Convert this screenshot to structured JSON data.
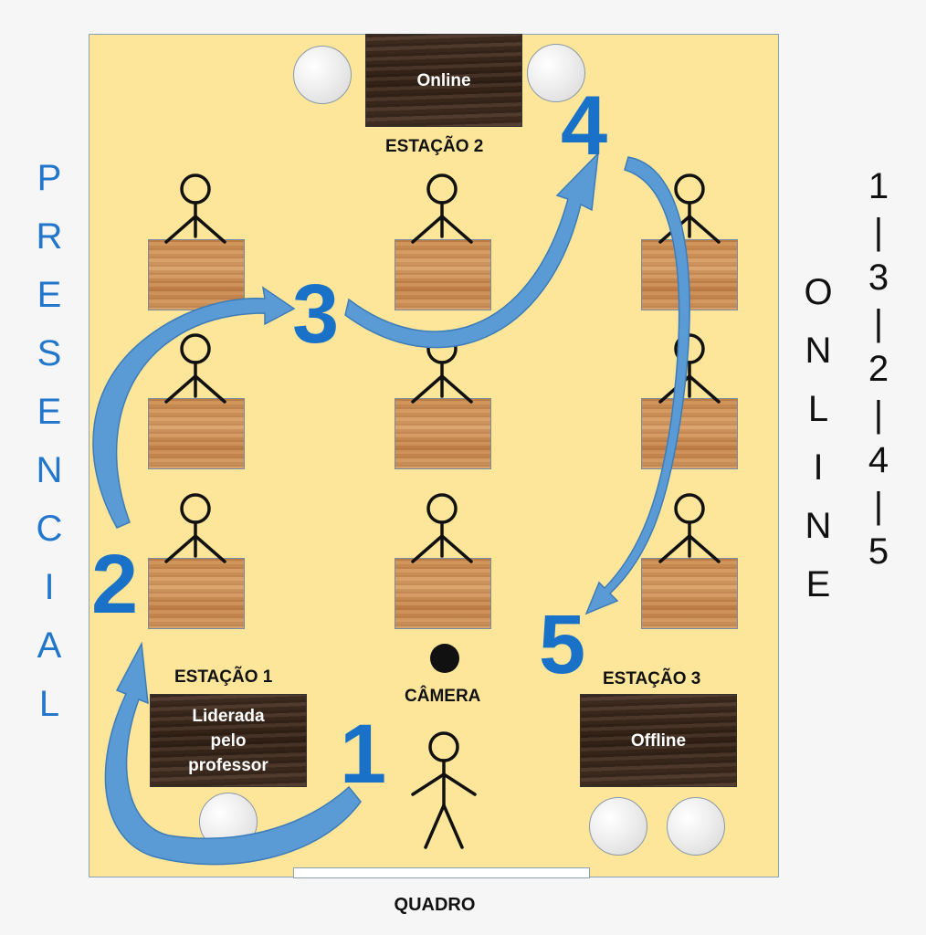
{
  "stations": {
    "s1": {
      "label": "ESTAÇÃO 1",
      "lines": [
        "Liderada",
        "pelo",
        "professor"
      ]
    },
    "s2": {
      "label": "ESTAÇÃO 2",
      "text": "Online"
    },
    "s3": {
      "label": "ESTAÇÃO 3",
      "text": "Offline"
    }
  },
  "camera_label": "CÂMERA",
  "board_label": "QUADRO",
  "rotation_numbers": [
    "1",
    "2",
    "3",
    "4",
    "5"
  ],
  "left_vertical_word": [
    "P",
    "R",
    "E",
    "S",
    "E",
    "N",
    "C",
    "I",
    "A",
    "L"
  ],
  "right_vertical_word": [
    "O",
    "N",
    "L",
    "I",
    "N",
    "E"
  ],
  "sequence": [
    "1",
    "|",
    "3",
    "|",
    "2",
    "|",
    "4",
    "|",
    "5"
  ],
  "colors": {
    "floor": "#fde69a",
    "arrow": "#5b9bd5",
    "numbers": "#1a72c8",
    "presencial": "#2277cc"
  }
}
